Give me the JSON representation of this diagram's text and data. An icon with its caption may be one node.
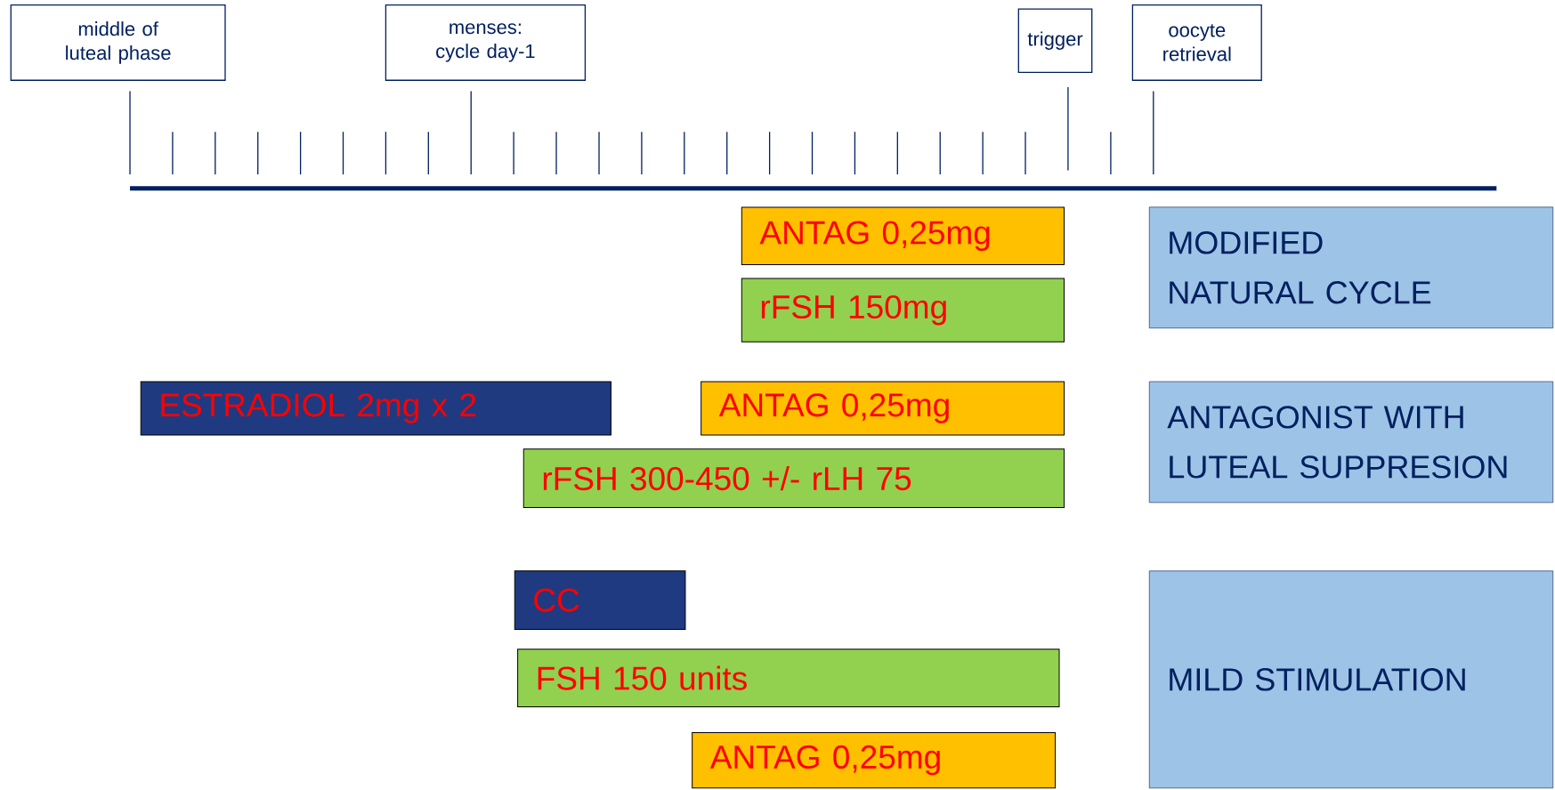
{
  "diagram": {
    "nodes": [
      {
        "text": [
          "middle of luteal phase"
        ]
      },
      {
        "text": [
          "menses: cycle day-1"
        ]
      },
      {
        "text": [
          "trigger"
        ]
      },
      {
        "text": [
          "oocyte retrieval"
        ]
      },
      {
        "text": [
          "ANTAG  0,25mg"
        ]
      },
      {
        "text": [
          "MODIFIED NATURAL CYCLE"
        ]
      },
      {
        "text": [
          "rFSH  150mg"
        ]
      },
      {
        "text": [
          "ESTRADIOL 2mg x 2"
        ]
      },
      {
        "text": [
          "ANTAG  0,25mg"
        ]
      },
      {
        "text": [
          "ANTAGONIST WITH LUTEAL SUPPRESION"
        ]
      },
      {
        "text": [
          "rFSH 300-450 +/- rLH 75"
        ]
      },
      {
        "text": [
          "CC"
        ]
      },
      {
        "text": [
          "MILD STIMULATION"
        ]
      },
      {
        "text": [
          "FSH 150 units"
        ]
      },
      {
        "text": [
          "ANTAG  0,25mg"
        ]
      }
    ]
  }
}
